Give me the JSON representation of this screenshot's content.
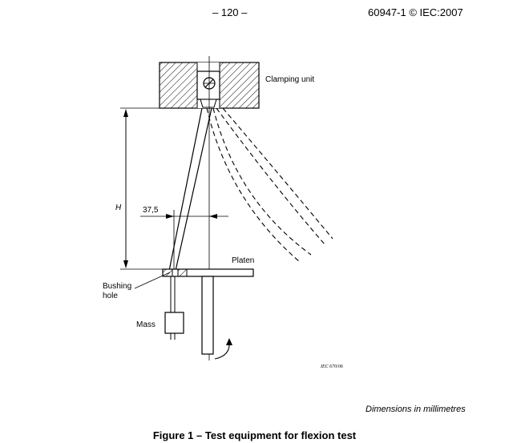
{
  "header": {
    "page_number": "– 120 –",
    "standard": "60947-1 © IEC:2007"
  },
  "labels": {
    "clamping_unit": "Clamping unit",
    "h": "H",
    "dimension_37_5": "37,5",
    "platen": "Platen",
    "bushing_line1": "Bushing",
    "bushing_line2": "hole",
    "mass": "Mass",
    "iec_ref": "IEC   670/06"
  },
  "footer": {
    "dimensions_note": "Dimensions in millimetres",
    "caption": "Figure 1 – Test equipment for flexion test"
  },
  "colors": {
    "ink": "#000000",
    "paper": "#ffffff"
  }
}
